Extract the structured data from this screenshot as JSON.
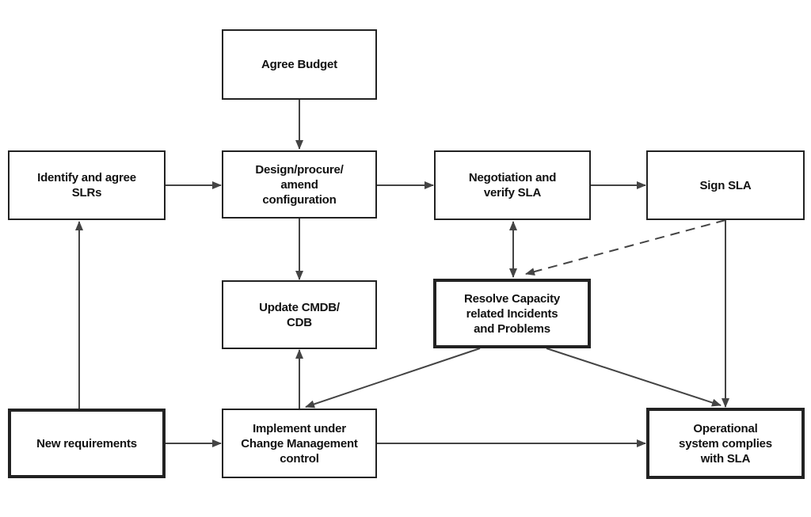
{
  "nodes": {
    "agree_budget": "Agree Budget",
    "identify_slrs": "Identify and agree\nSLRs",
    "design": "Design/procure/\namend\nconfiguration",
    "negotiation": "Negotiation and\nverify SLA",
    "sign_sla": "Sign SLA",
    "update_cmdb": "Update CMDB/\nCDB",
    "resolve": "Resolve Capacity\nrelated Incidents\nand Problems",
    "new_requirements": "New requirements",
    "implement": "Implement under\nChange Management\ncontrol",
    "operational": "Operational\nsystem complies\nwith SLA"
  },
  "colors": {
    "line": "#444444",
    "border": "#222222"
  }
}
